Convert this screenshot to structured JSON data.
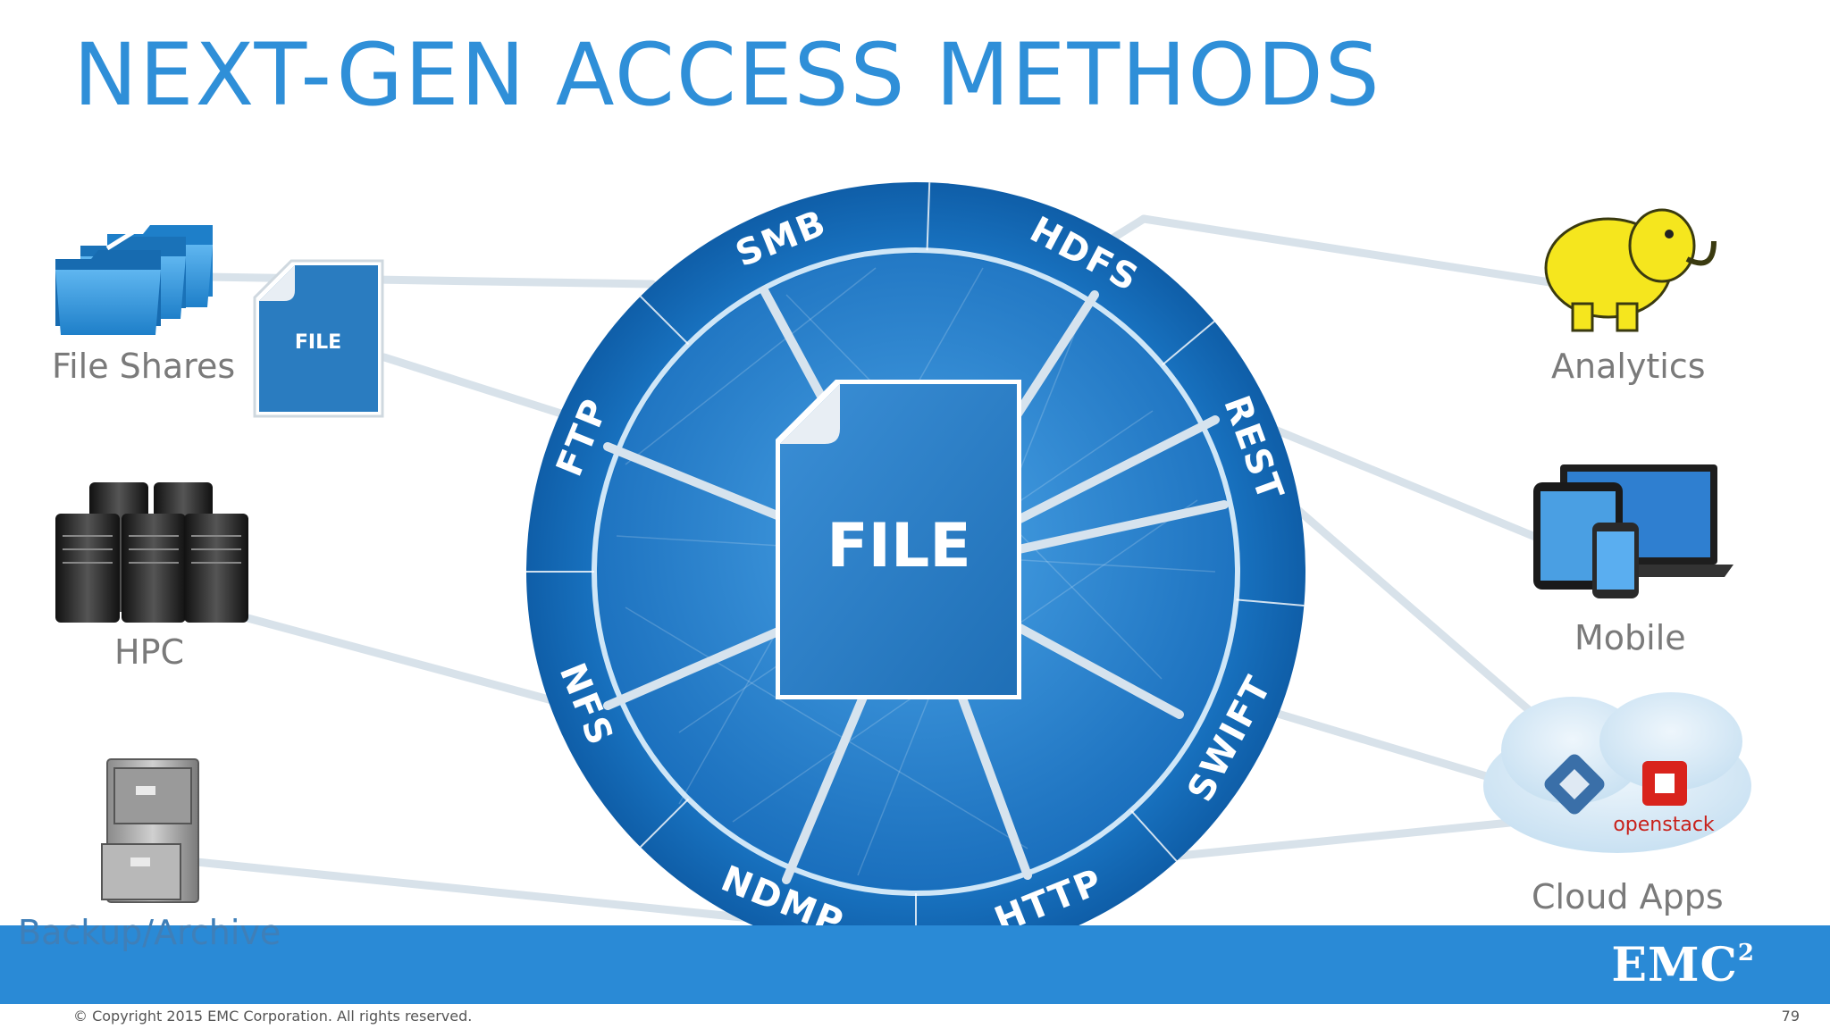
{
  "title": "NEXT-GEN ACCESS METHODS",
  "center": {
    "label": "FILE"
  },
  "small_file_label": "FILE",
  "protocols": [
    "SMB",
    "HDFS",
    "REST",
    "SWIFT",
    "HTTP",
    "NDMP",
    "NFS",
    "FTP"
  ],
  "sources": [
    {
      "label": "File Shares",
      "icon": "folders-icon"
    },
    {
      "label": "HPC",
      "icon": "server-rack-icon"
    },
    {
      "label": "Backup/Archive",
      "icon": "filing-cabinet-icon"
    }
  ],
  "targets": [
    {
      "label": "Analytics",
      "icon": "hadoop-elephant-icon"
    },
    {
      "label": "Mobile",
      "icon": "devices-icon"
    },
    {
      "label": "Cloud Apps",
      "icon": "cloud-icon",
      "logo_text": "openstack"
    }
  ],
  "brand": {
    "name": "EMC",
    "superscript": "2"
  },
  "footer": {
    "copyright": "© Copyright 2015 EMC Corporation. All rights reserved.",
    "page_number": "79"
  },
  "colors": {
    "title": "#2f8fd8",
    "footer_bar": "#2a8ad6",
    "ring": "#1f78c8",
    "file": "#2a7cc0",
    "label": "#7a7a7a"
  }
}
